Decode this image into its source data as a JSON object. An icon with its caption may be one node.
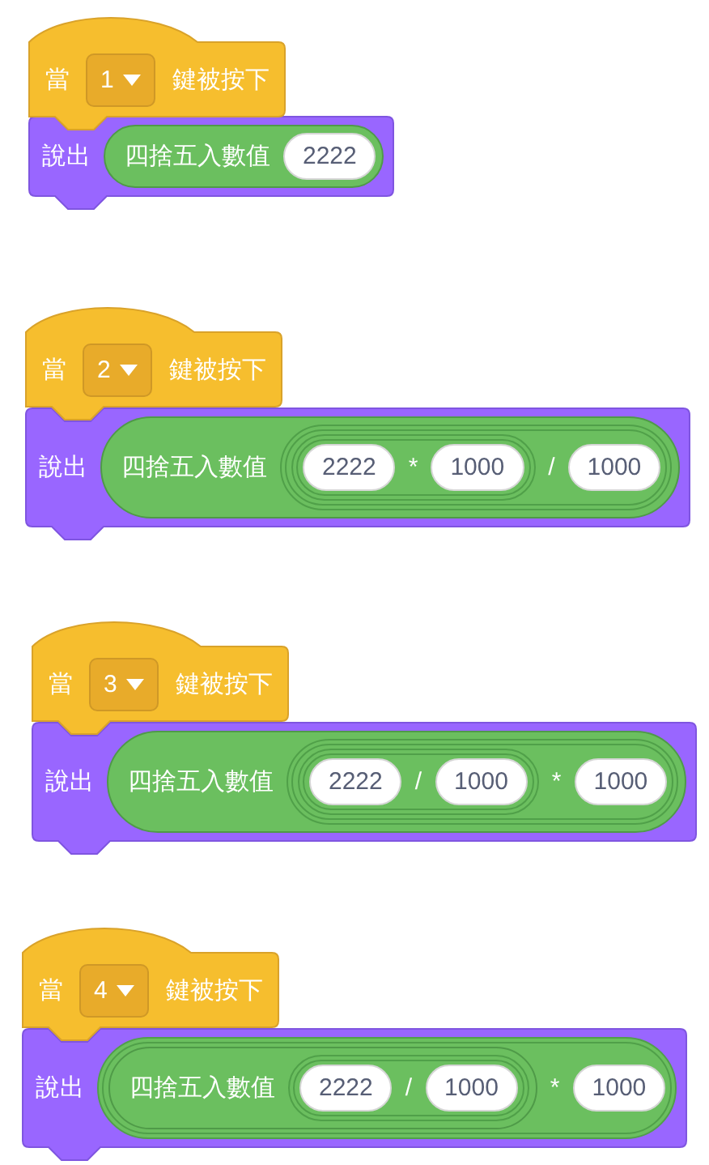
{
  "diagram": {
    "nodes": [
      {
        "text": [
          "當",
          "鍵被按下"
        ]
      },
      {
        "text": [
          "1"
        ],
        "in": 0
      },
      {
        "text": [
          "說出"
        ]
      },
      {
        "text": [
          "四捨五入數值"
        ],
        "in": 2
      },
      {
        "text": [
          "2222"
        ],
        "in": 3
      },
      {
        "text": [
          "當",
          "鍵被按下"
        ]
      },
      {
        "text": [
          "2"
        ],
        "in": 5
      },
      {
        "text": [
          "說出"
        ]
      },
      {
        "text": [
          "四捨五入數值"
        ],
        "in": 7
      },
      {
        "text": [
          "/"
        ],
        "in": 8
      },
      {
        "text": [
          "*"
        ],
        "in": 9
      },
      {
        "text": [
          "2222"
        ],
        "in": 10
      },
      {
        "text": [
          "1000"
        ],
        "in": 10
      },
      {
        "text": [
          "1000"
        ],
        "in": 9
      },
      {
        "text": [
          "當",
          "鍵被按下"
        ]
      },
      {
        "text": [
          "3"
        ],
        "in": 14
      },
      {
        "text": [
          "說出"
        ]
      },
      {
        "text": [
          "四捨五入數值"
        ],
        "in": 16
      },
      {
        "text": [
          "*"
        ],
        "in": 17
      },
      {
        "text": [
          "/"
        ],
        "in": 18
      },
      {
        "text": [
          "2222"
        ],
        "in": 19
      },
      {
        "text": [
          "1000"
        ],
        "in": 19
      },
      {
        "text": [
          "1000"
        ],
        "in": 18
      },
      {
        "text": [
          "當",
          "鍵被按下"
        ]
      },
      {
        "text": [
          "4"
        ],
        "in": 23
      },
      {
        "text": [
          "說出"
        ]
      },
      {
        "text": [
          "*"
        ],
        "in": 25
      },
      {
        "text": [
          "四捨五入數值"
        ],
        "in": 26
      },
      {
        "text": [
          "/"
        ],
        "in": 27
      },
      {
        "text": [
          "2222"
        ],
        "in": 28
      },
      {
        "text": [
          "1000"
        ],
        "in": 28
      },
      {
        "text": [
          "1000"
        ],
        "in": 26
      }
    ]
  }
}
